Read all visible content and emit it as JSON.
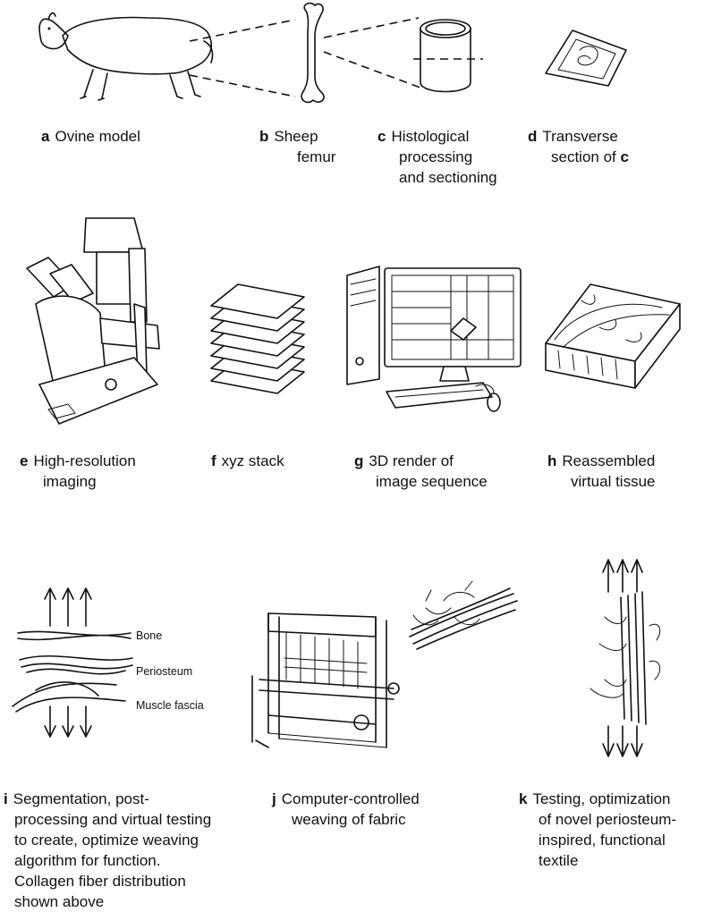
{
  "panels": {
    "a": {
      "letter": "a",
      "lines": [
        "Ovine model"
      ]
    },
    "b": {
      "letter": "b",
      "lines": [
        "Sheep",
        "femur"
      ]
    },
    "c": {
      "letter": "c",
      "lines": [
        "Histological",
        "processing",
        "and sectioning"
      ]
    },
    "d": {
      "letter": "d",
      "lines": [
        "Transverse",
        "section of "
      ],
      "ref": "c"
    },
    "e": {
      "letter": "e",
      "lines": [
        "High-resolution",
        "imaging"
      ]
    },
    "f": {
      "letter": "f",
      "lines": [
        "xyz stack"
      ]
    },
    "g": {
      "letter": "g",
      "lines": [
        "3D render of",
        "image sequence"
      ]
    },
    "h": {
      "letter": "h",
      "lines": [
        "Reassembled",
        "virtual tissue"
      ]
    },
    "i": {
      "letter": "i",
      "lines": [
        "Segmentation, post-",
        "processing and virtual testing",
        "to create, optimize weaving",
        "algorithm for function.",
        "Collagen fiber distribution",
        "shown above"
      ]
    },
    "j": {
      "letter": "j",
      "lines": [
        "Computer-controlled",
        "weaving of fabric"
      ]
    },
    "k": {
      "letter": "k",
      "lines": [
        "Testing, optimization",
        "of  novel periosteum-",
        "inspired, functional",
        "textile"
      ]
    }
  },
  "tissue_labels": {
    "bone": "Bone",
    "periosteum": "Periosteum",
    "muscle_fascia": "Muscle fascia"
  }
}
